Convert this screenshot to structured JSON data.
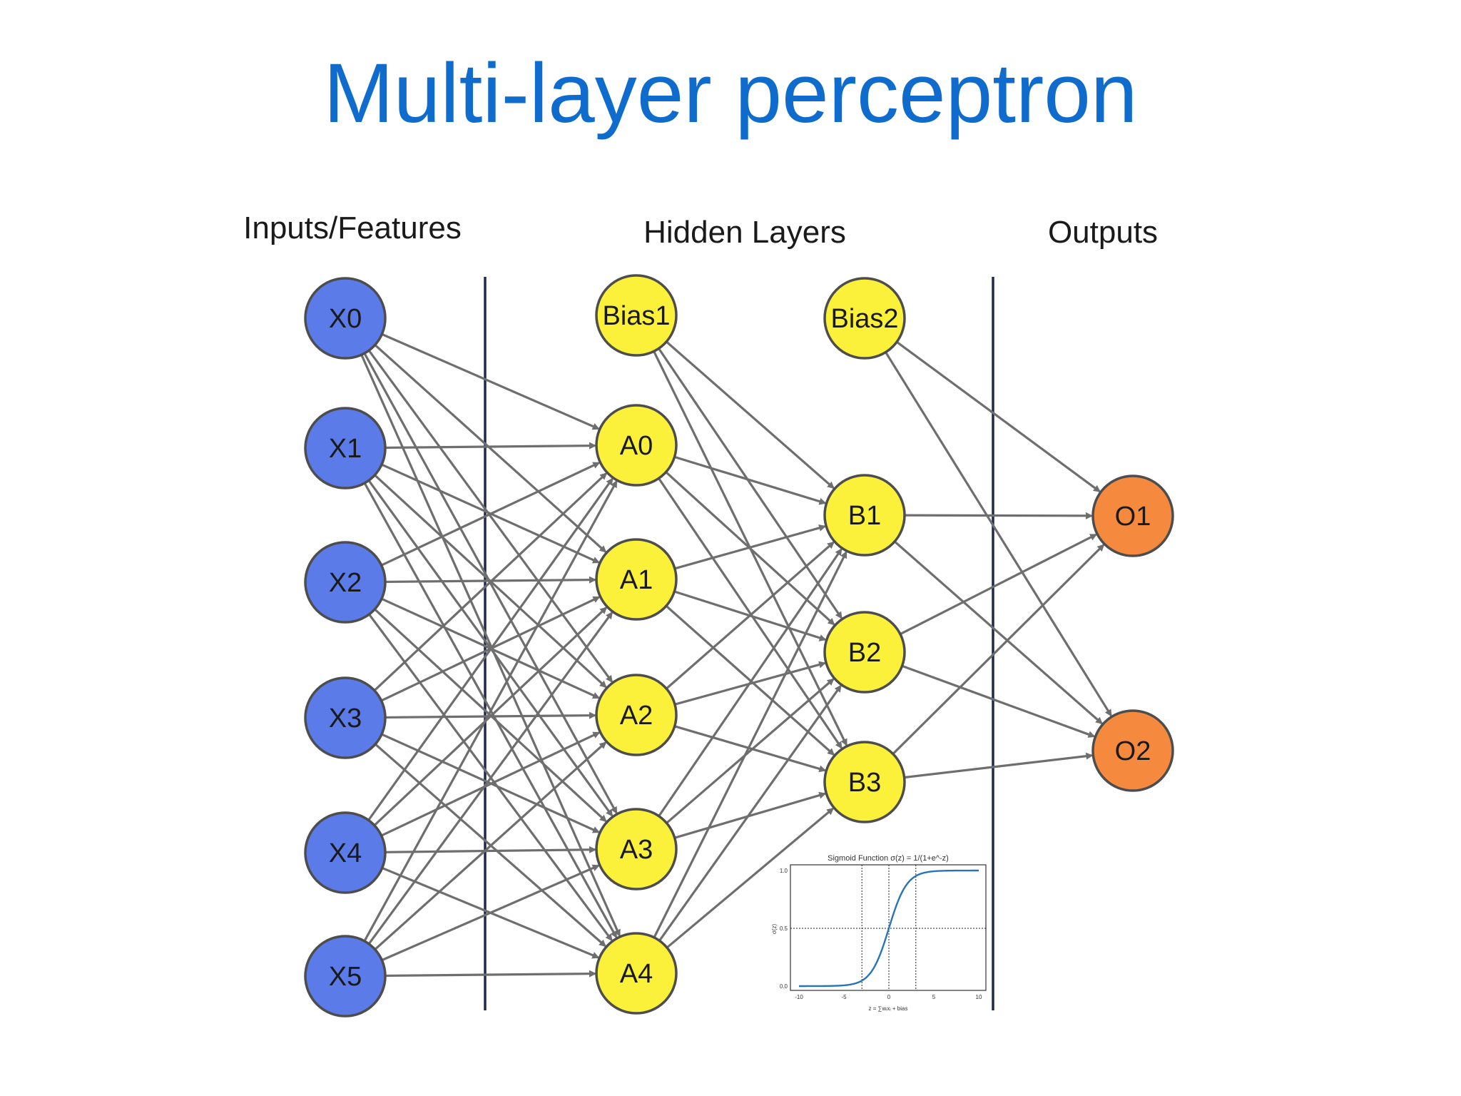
{
  "title": "Multi-layer perceptron",
  "layer_labels": {
    "inputs": "Inputs/Features",
    "hidden": "Hidden Layers",
    "outputs": "Outputs"
  },
  "colors": {
    "input": "#5b7be8",
    "hidden": "#fbf03a",
    "output": "#f58a3f",
    "edge": "#6e6e6e",
    "title": "#0f6ccc"
  },
  "layers": [
    {
      "id": "inputs",
      "nodes": [
        "X0",
        "X1",
        "X2",
        "X3",
        "X4",
        "X5"
      ]
    },
    {
      "id": "hidden1",
      "bias": "Bias1",
      "nodes": [
        "A0",
        "A1",
        "A2",
        "A3",
        "A4"
      ]
    },
    {
      "id": "hidden2",
      "bias": "Bias2",
      "nodes": [
        "B1",
        "B2",
        "B3"
      ]
    },
    {
      "id": "outputs",
      "nodes": [
        "O1",
        "O2"
      ]
    }
  ],
  "inset_chart": {
    "title": "Sigmoid Function σ(z) = 1/(1+e^-z)",
    "xlabel": "z = ∑wᵢxᵢ + bias",
    "ylabel": "σ(z)",
    "xticks": [
      "-10",
      "-5",
      "0",
      "5",
      "10"
    ],
    "yticks": [
      "0.0",
      "0.5",
      "1.0"
    ]
  },
  "chart_data": {
    "type": "line",
    "title": "Sigmoid Function σ(z) = 1/(1+e^-z)",
    "xlabel": "z = ∑wᵢxᵢ + bias",
    "ylabel": "σ(z)",
    "xlim": [
      -10,
      10
    ],
    "ylim": [
      0,
      1
    ],
    "grid": "dotted reference lines at z=-3, z=0, z=3 and σ=0.5",
    "series": [
      {
        "x": [
          -10,
          -8,
          -6,
          -5,
          -4,
          -3,
          -2,
          -1,
          0,
          1,
          2,
          3,
          4,
          5,
          6,
          8,
          10
        ],
        "values": [
          5e-05,
          0.0003,
          0.0025,
          0.0067,
          0.018,
          0.047,
          0.119,
          0.269,
          0.5,
          0.731,
          0.881,
          0.953,
          0.982,
          0.9933,
          0.9975,
          0.9997,
          0.99995
        ]
      }
    ]
  }
}
